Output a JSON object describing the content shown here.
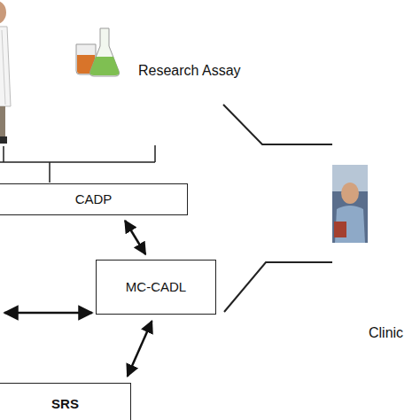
{
  "diagram": {
    "nodes": [
      {
        "text": [
          "CADP"
        ]
      },
      {
        "text": [
          "MC-CADL"
        ]
      },
      {
        "text": [
          "SRS"
        ]
      }
    ],
    "edges": [
      {
        "from": 0,
        "to": 1,
        "arrow": "both"
      },
      {
        "from": 1,
        "to": 2,
        "arrow": "both"
      }
    ],
    "labels": [
      "Research Assay",
      "Clinic"
    ]
  }
}
